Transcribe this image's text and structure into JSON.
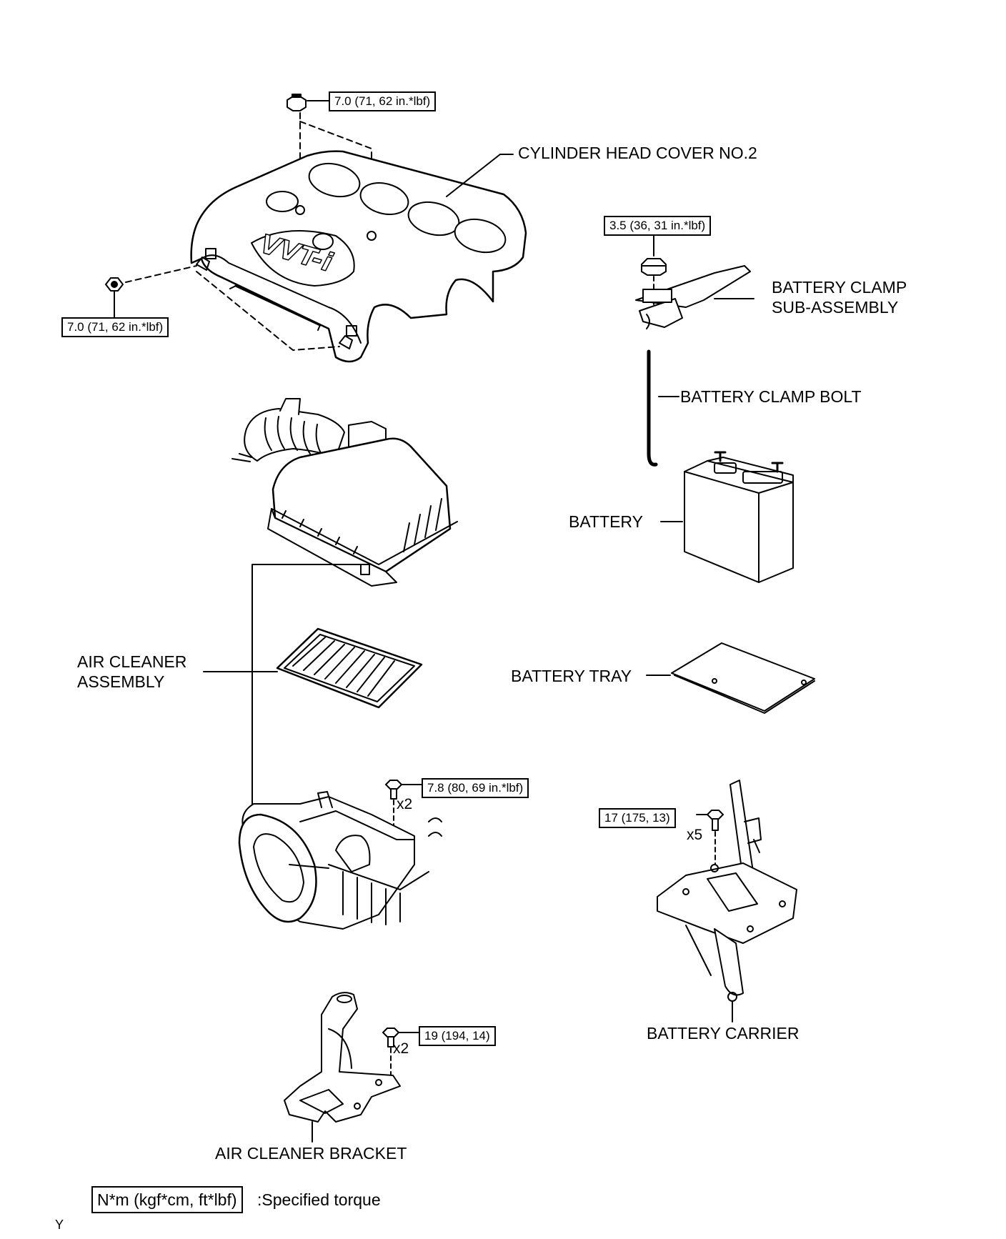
{
  "parts": {
    "cylinder_head_cover": "CYLINDER HEAD COVER NO.2",
    "battery_clamp_line1": "BATTERY CLAMP",
    "battery_clamp_line2": "SUB-ASSEMBLY",
    "battery_clamp_bolt": "BATTERY CLAMP BOLT",
    "battery": "BATTERY",
    "air_cleaner_line1": "AIR CLEANER",
    "air_cleaner_line2": "ASSEMBLY",
    "battery_tray": "BATTERY TRAY",
    "battery_carrier": "BATTERY CARRIER",
    "air_cleaner_bracket": "AIR CLEANER BRACKET"
  },
  "torques": {
    "cover_top": "7.0 (71, 62 in.*lbf)",
    "cover_left": "7.0 (71, 62 in.*lbf)",
    "battery_clamp": "3.5 (36, 31 in.*lbf)",
    "air_cleaner_case": "7.8 (80, 69 in.*lbf)",
    "battery_carrier": "17 (175, 13)",
    "bracket": "19 (194, 14)"
  },
  "quantities": {
    "air_cleaner_case": "x2",
    "battery_carrier": "x5",
    "bracket": "x2"
  },
  "cover_logo_text": "VVT-i",
  "legend": {
    "unit": "N*m (kgf*cm, ft*lbf)",
    "description": ":Specified torque"
  },
  "corner_mark": "Y"
}
